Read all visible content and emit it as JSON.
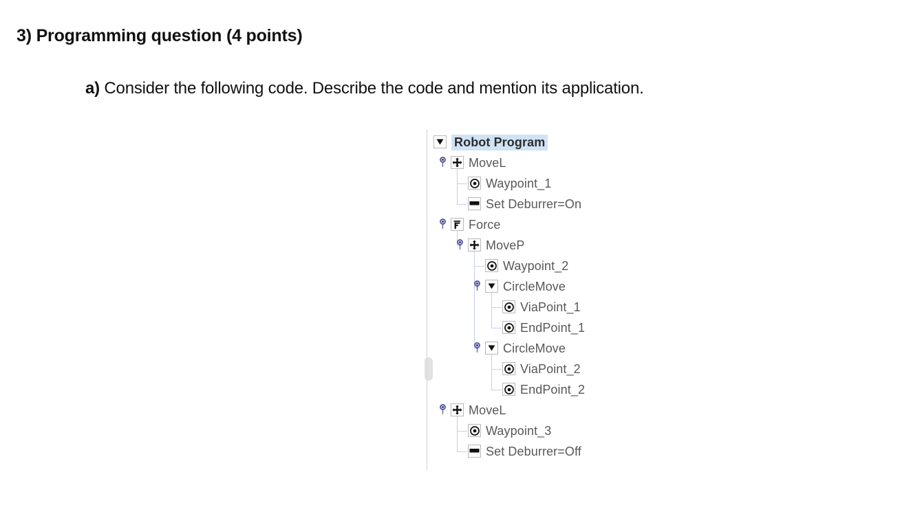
{
  "question": {
    "heading": "3) Programming question (4 points)",
    "sub_marker": "a)",
    "sub_text": " Consider the following code. Describe the code and mention its application."
  },
  "colors": {
    "selection_bg": "#cfe3f5",
    "node_text": "#585858",
    "root_text": "#2d2d2d",
    "connector_line": "#c9ccf0",
    "handle_ring": "#5b5f9e",
    "icon_border": "#b9b9b9",
    "panel_border": "#cfcfcf"
  },
  "program_tree": {
    "panel_name": "robot-program-tree",
    "nodes": [
      {
        "label": "Robot Program",
        "depth": 0,
        "icon": "triangle-down-icon",
        "has_handle": false,
        "selected": true,
        "branch_children": 0
      },
      {
        "label": "MoveL",
        "depth": 1,
        "icon": "move-cross-icon",
        "has_handle": true,
        "selected": false,
        "branch_children": 2
      },
      {
        "label": "Waypoint_1",
        "depth": 2,
        "icon": "waypoint-target-icon",
        "has_handle": false,
        "selected": false,
        "branch_children": 0
      },
      {
        "label": "Set Deburrer=On",
        "depth": 2,
        "icon": "set-bar-icon",
        "has_handle": false,
        "selected": false,
        "branch_children": 0
      },
      {
        "label": "Force",
        "depth": 1,
        "icon": "force-f-icon",
        "has_handle": true,
        "selected": false,
        "branch_children": 1
      },
      {
        "label": "MoveP",
        "depth": 2,
        "icon": "move-cross-icon",
        "has_handle": true,
        "selected": false,
        "branch_children": 3
      },
      {
        "label": "Waypoint_2",
        "depth": 3,
        "icon": "waypoint-target-icon",
        "has_handle": false,
        "selected": false,
        "branch_children": 0
      },
      {
        "label": "CircleMove",
        "depth": 3,
        "icon": "triangle-down-icon",
        "has_handle": true,
        "selected": false,
        "branch_children": 2
      },
      {
        "label": "ViaPoint_1",
        "depth": 4,
        "icon": "waypoint-target-icon",
        "has_handle": false,
        "selected": false,
        "branch_children": 0
      },
      {
        "label": "EndPoint_1",
        "depth": 4,
        "icon": "waypoint-target-icon",
        "has_handle": false,
        "selected": false,
        "branch_children": 0
      },
      {
        "label": "CircleMove",
        "depth": 3,
        "icon": "triangle-down-icon",
        "has_handle": true,
        "selected": false,
        "branch_children": 2
      },
      {
        "label": "ViaPoint_2",
        "depth": 4,
        "icon": "waypoint-target-icon",
        "has_handle": false,
        "selected": false,
        "branch_children": 0
      },
      {
        "label": "EndPoint_2",
        "depth": 4,
        "icon": "waypoint-target-icon",
        "has_handle": false,
        "selected": false,
        "branch_children": 0
      },
      {
        "label": "MoveL",
        "depth": 1,
        "icon": "move-cross-icon",
        "has_handle": true,
        "selected": false,
        "branch_children": 2
      },
      {
        "label": "Waypoint_3",
        "depth": 2,
        "icon": "waypoint-target-icon",
        "has_handle": false,
        "selected": false,
        "branch_children": 0
      },
      {
        "label": "Set Deburrer=Off",
        "depth": 2,
        "icon": "set-bar-icon",
        "has_handle": false,
        "selected": false,
        "branch_children": 0
      }
    ]
  }
}
